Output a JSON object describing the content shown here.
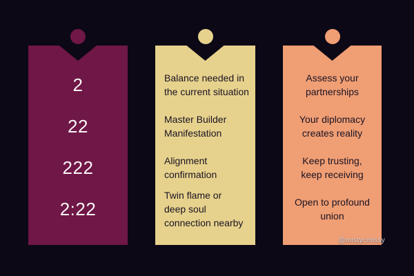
{
  "colors": {
    "background": "#0c0816",
    "card1": "#6f1746",
    "card2": "#e7d28d",
    "card3": "#f09e74",
    "light_text": "#faf5f8",
    "dark_text": "#1a1322",
    "watermark_color": "#d9d3d9"
  },
  "watermark": "@mistycmissy",
  "cards": [
    {
      "name": "angel-numbers",
      "items": [
        "2",
        "22",
        "222",
        "2:22"
      ]
    },
    {
      "name": "meanings",
      "items": [
        "Balance needed in\nthe current situation",
        "Master Builder\nManifestation",
        "Alignment\nconfirmation",
        "Twin flame or\ndeep soul\nconnection nearby"
      ]
    },
    {
      "name": "guidance",
      "items": [
        "Assess your\npartnerships",
        "Your diplomacy\ncreates reality",
        "Keep trusting,\nkeep receiving",
        "Open to profound\nunion"
      ]
    }
  ]
}
